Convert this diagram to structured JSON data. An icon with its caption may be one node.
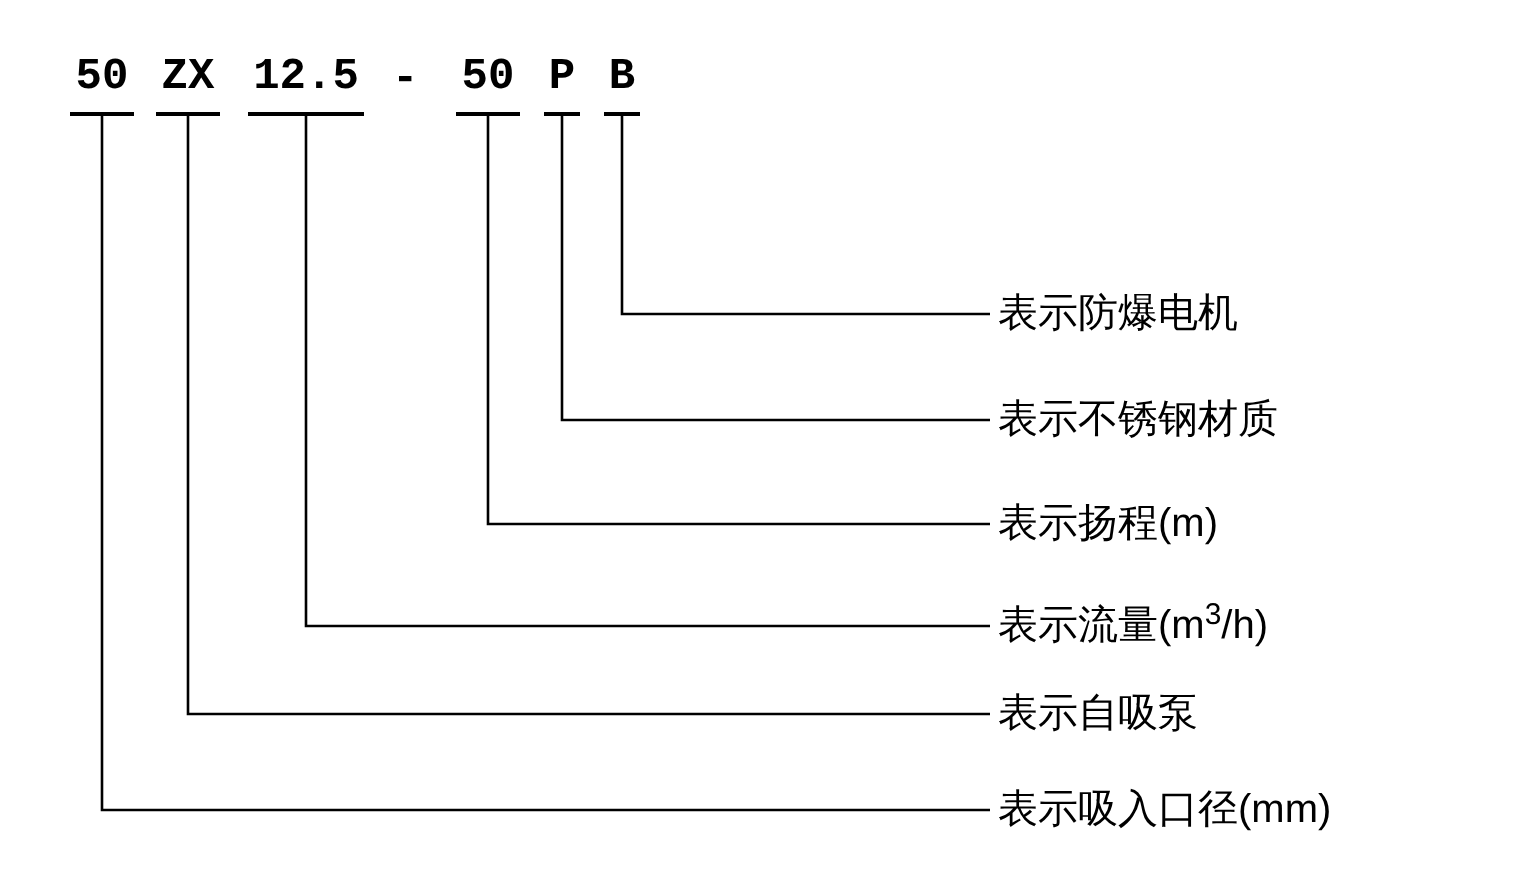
{
  "diagram": {
    "nodes": [
      {
        "text": [
          "50"
        ]
      },
      {
        "text": [
          "ZX"
        ]
      },
      {
        "text": [
          "12.5"
        ]
      },
      {
        "text": [
          "50"
        ]
      },
      {
        "text": [
          "P"
        ]
      },
      {
        "text": [
          "B"
        ]
      },
      {
        "text": [
          "表示防爆电机"
        ]
      },
      {
        "text": [
          "表示不锈钢材质"
        ]
      },
      {
        "text": [
          "表示扬程(m)"
        ]
      },
      {
        "text": [
          "表示流量(m$^{3}$/h)"
        ]
      },
      {
        "text": [
          "表示自吸泵"
        ]
      },
      {
        "text": [
          "表示吸入口径(mm)"
        ]
      }
    ],
    "edges": [
      {
        "from": 5,
        "to": 6,
        "arrow": "none"
      },
      {
        "from": 4,
        "to": 7,
        "arrow": "none"
      },
      {
        "from": 3,
        "to": 8,
        "arrow": "none"
      },
      {
        "from": 2,
        "to": 9,
        "arrow": "none"
      },
      {
        "from": 1,
        "to": 10,
        "arrow": "none"
      },
      {
        "from": 0,
        "to": 11,
        "arrow": "none"
      }
    ],
    "labels": [
      "-"
    ]
  }
}
